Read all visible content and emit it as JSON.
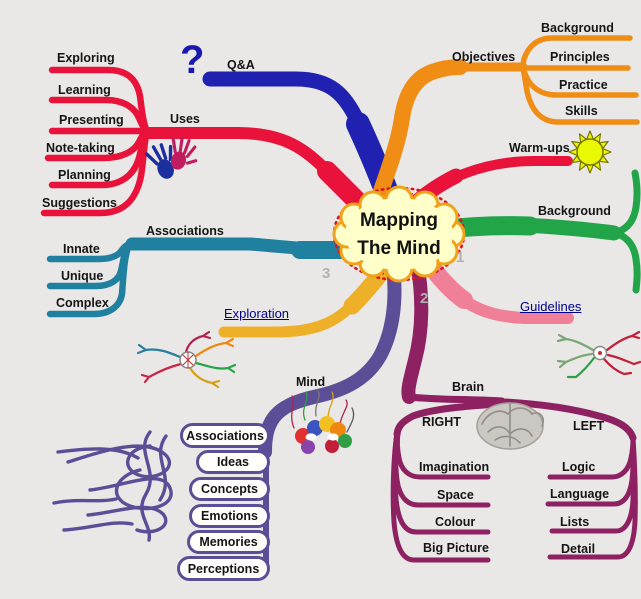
{
  "title": {
    "line1": "Mapping",
    "line2": "The Mind"
  },
  "markers": {
    "one": "1",
    "two": "2",
    "three": "3"
  },
  "colors": {
    "background": "#e9e8e6",
    "red": "#e8123a",
    "blue": "#2021b0",
    "orange": "#ef8d15",
    "gold": "#eeb029",
    "green": "#22a449",
    "teal": "#20809f",
    "pink": "#ef8098",
    "purple": "#5c4e96",
    "magenta": "#8e2162",
    "link_navy": "#00008b",
    "sun_yellow": "#f0f400",
    "cloud_fill": "#feffc9",
    "cloud_ring": "#f0a21a",
    "cloud_spikes": "#e01223"
  },
  "branches": {
    "qa": {
      "label": "Q&A",
      "glyph": "?"
    },
    "uses": {
      "label": "Uses",
      "children": [
        "Exploring",
        "Learning",
        "Presenting",
        "Note-taking",
        "Planning",
        "Suggestions"
      ]
    },
    "associations": {
      "label": "Associations",
      "children": [
        "Innate",
        "Unique",
        "Complex"
      ]
    },
    "exploration": {
      "label": "Exploration"
    },
    "mind": {
      "label": "Mind",
      "children": [
        "Associations",
        "Ideas",
        "Concepts",
        "Emotions",
        "Memories",
        "Perceptions"
      ]
    },
    "brain": {
      "label": "Brain",
      "right": {
        "label": "RIGHT",
        "children": [
          "Imagination",
          "Space",
          "Colour",
          "Big Picture"
        ]
      },
      "left": {
        "label": "LEFT",
        "children": [
          "Logic",
          "Language",
          "Lists",
          "Detail"
        ]
      }
    },
    "guidelines": {
      "label": "Guidelines"
    },
    "background": {
      "label": "Background"
    },
    "warmups": {
      "label": "Warm-ups"
    },
    "objectives": {
      "label": "Objectives",
      "children": [
        "Background",
        "Principles",
        "Practice",
        "Skills"
      ]
    }
  },
  "icons": {
    "question": "question-mark",
    "sun": "sun",
    "handprints": "two-handprints",
    "brain_image": "human-brain",
    "mask_image": "carnival-mask",
    "mini_map_left": "mini-mindmap",
    "mini_map_right": "mini-mindmap",
    "scribble": "tangled-lines"
  }
}
